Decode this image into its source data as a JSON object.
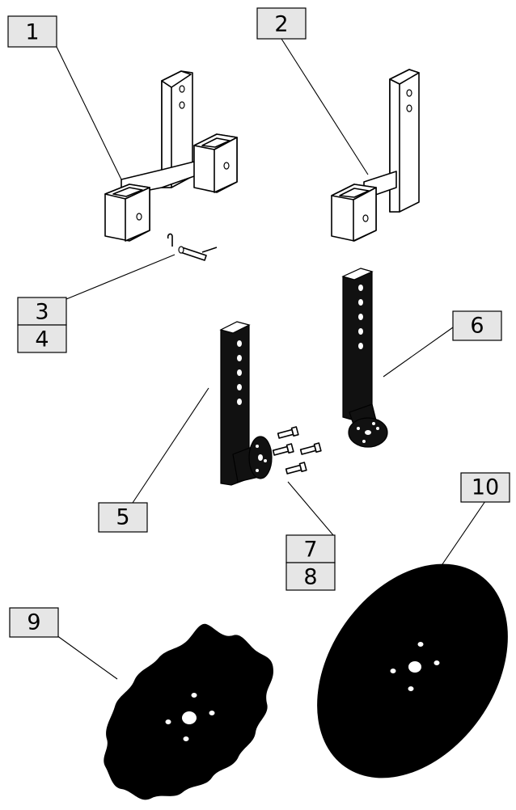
{
  "callouts": [
    {
      "id": "1",
      "label": "1"
    },
    {
      "id": "2",
      "label": "2"
    },
    {
      "id": "3",
      "label": "3"
    },
    {
      "id": "4",
      "label": "4"
    },
    {
      "id": "5",
      "label": "5"
    },
    {
      "id": "6",
      "label": "6"
    },
    {
      "id": "7",
      "label": "7"
    },
    {
      "id": "8",
      "label": "8"
    },
    {
      "id": "9",
      "label": "9"
    },
    {
      "id": "10",
      "label": "10"
    }
  ],
  "colors": {
    "callout_fill": "#e6e6e6",
    "ink": "#000000",
    "paper": "#ffffff"
  }
}
